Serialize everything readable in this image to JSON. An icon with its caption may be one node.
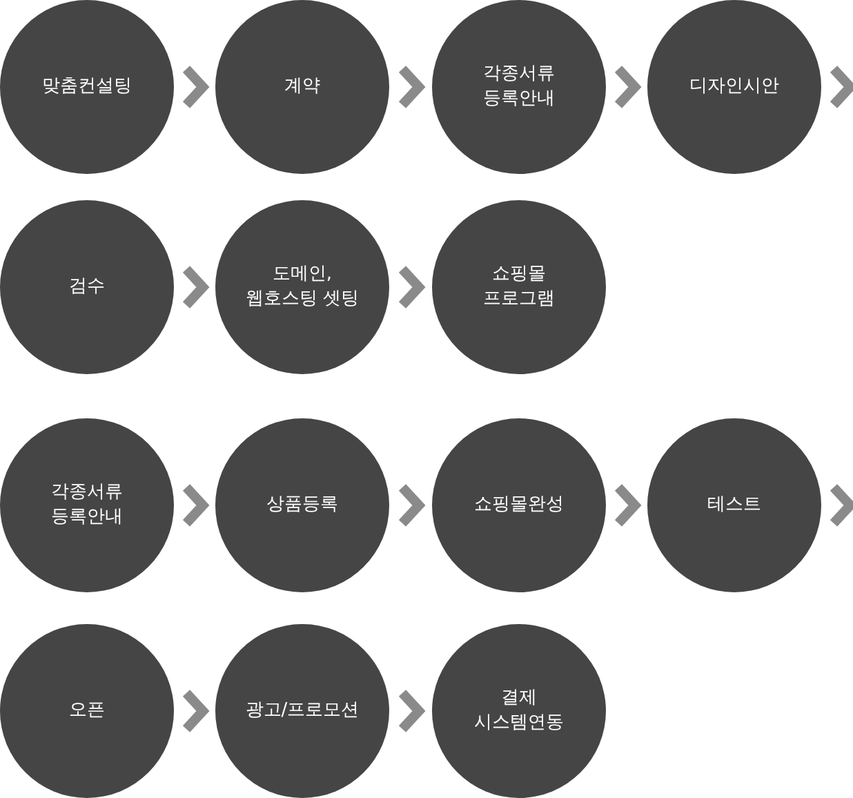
{
  "diagram": {
    "nodes": [
      {
        "text": [
          "맞춤컨설팅"
        ]
      },
      {
        "text": [
          "계약"
        ]
      },
      {
        "text": [
          "각종서류 등록안내"
        ]
      },
      {
        "text": [
          "디자인시안"
        ]
      },
      {
        "text": [
          "검수"
        ]
      },
      {
        "text": [
          "도메인, 웹호스팅 셋팅"
        ]
      },
      {
        "text": [
          "쇼핑몰 프로그램"
        ]
      },
      {
        "text": [
          "각종서류 등록안내"
        ]
      },
      {
        "text": [
          "상품등록"
        ]
      },
      {
        "text": [
          "쇼핑몰완성"
        ]
      },
      {
        "text": [
          "테스트"
        ]
      },
      {
        "text": [
          "오픈"
        ]
      },
      {
        "text": [
          "광고/프로모션"
        ]
      },
      {
        "text": [
          "결제 시스템연동"
        ]
      }
    ],
    "edges": [
      {
        "from": 0,
        "to": 1,
        "arrow": "to"
      },
      {
        "from": 1,
        "to": 2,
        "arrow": "to"
      },
      {
        "from": 2,
        "to": 3,
        "arrow": "to"
      },
      {
        "from": 3,
        "to": null,
        "arrow": "to"
      },
      {
        "from": 4,
        "to": 5,
        "arrow": "to"
      },
      {
        "from": 5,
        "to": 6,
        "arrow": "to"
      },
      {
        "from": 7,
        "to": 8,
        "arrow": "to"
      },
      {
        "from": 8,
        "to": 9,
        "arrow": "to"
      },
      {
        "from": 9,
        "to": 10,
        "arrow": "to"
      },
      {
        "from": 10,
        "to": null,
        "arrow": "to"
      },
      {
        "from": 11,
        "to": 12,
        "arrow": "to"
      },
      {
        "from": 12,
        "to": 13,
        "arrow": "to"
      }
    ]
  }
}
